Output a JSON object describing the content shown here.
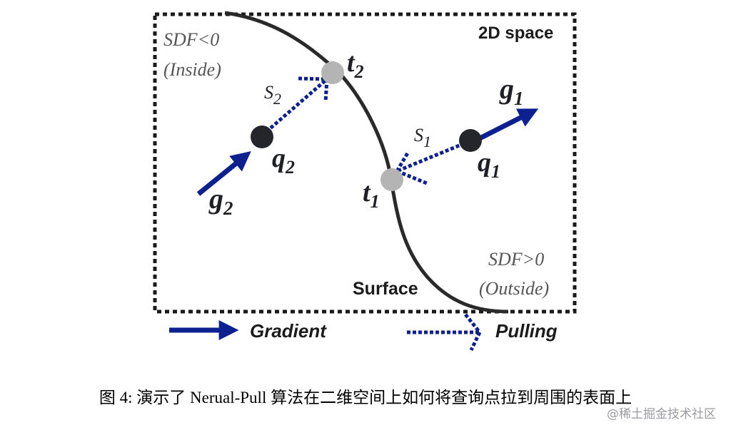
{
  "diagram": {
    "space_label": "2D space",
    "inside_label_1": "SDF<0",
    "inside_label_2": "(Inside)",
    "outside_label_1": "SDF>0",
    "outside_label_2": "(Outside)",
    "surface_label": "Surface",
    "points": {
      "t2": {
        "base": "t",
        "sub": "2"
      },
      "t1": {
        "base": "t",
        "sub": "1"
      },
      "q2": {
        "base": "q",
        "sub": "2"
      },
      "q1": {
        "base": "q",
        "sub": "1"
      },
      "s2": {
        "base": "S",
        "sub": "2"
      },
      "s1": {
        "base": "S",
        "sub": "1"
      },
      "g1": {
        "base": "g",
        "sub": "1"
      },
      "g2": {
        "base": "g",
        "sub": "2"
      }
    },
    "legend": {
      "gradient": "Gradient",
      "pulling": "Pulling"
    },
    "colors": {
      "arrow": "#0d2090",
      "surface": "#2a2a2a",
      "query_point": "#24262b",
      "surface_point": "#b4b4b4"
    }
  },
  "caption": "图 4: 演示了 Nerual-Pull 算法在二维空间上如何将查询点拉到周围的表面上",
  "watermark": "@稀土掘金技术社区"
}
